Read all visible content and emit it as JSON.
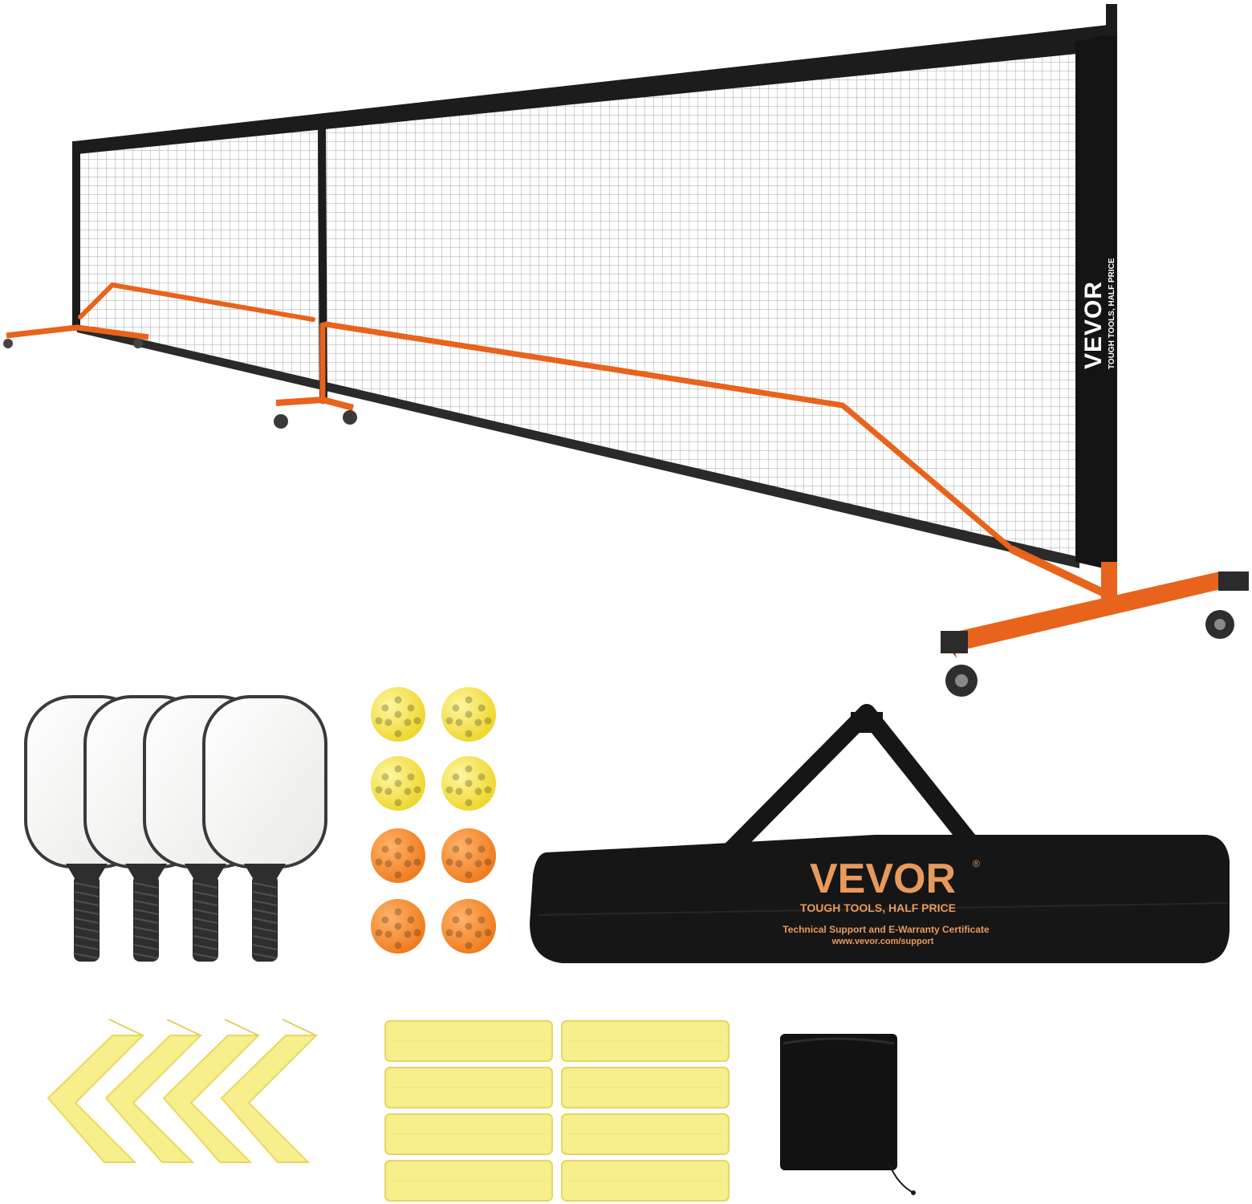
{
  "colors": {
    "background": "#ffffff",
    "frame_orange": "#e8631c",
    "net_band": "#1c1c1c",
    "mesh": "#9a9a9a",
    "ball_yellow": "#f6e64a",
    "ball_orange": "#f58a2a",
    "marker_yellow": "#f7ee8c",
    "paddle_face": "#f6f6f4",
    "paddle_grip": "#2e2e2e",
    "bag_black": "#161616",
    "bag_print": "#e89a5c"
  },
  "net_banner": {
    "brand": "VEVOR",
    "tagline": "TOUGH TOOLS, HALF PRICE"
  },
  "bag_print": {
    "brand": "VEVOR",
    "tagline": "TOUGH TOOLS, HALF PRICE",
    "support_line": "Technical Support and E-Warranty Certificate",
    "support_url": "www.vevor.com/support"
  },
  "items": {
    "paddles": 4,
    "balls_yellow": 4,
    "balls_orange": 4,
    "corner_markers": 4,
    "straight_markers": 8
  }
}
